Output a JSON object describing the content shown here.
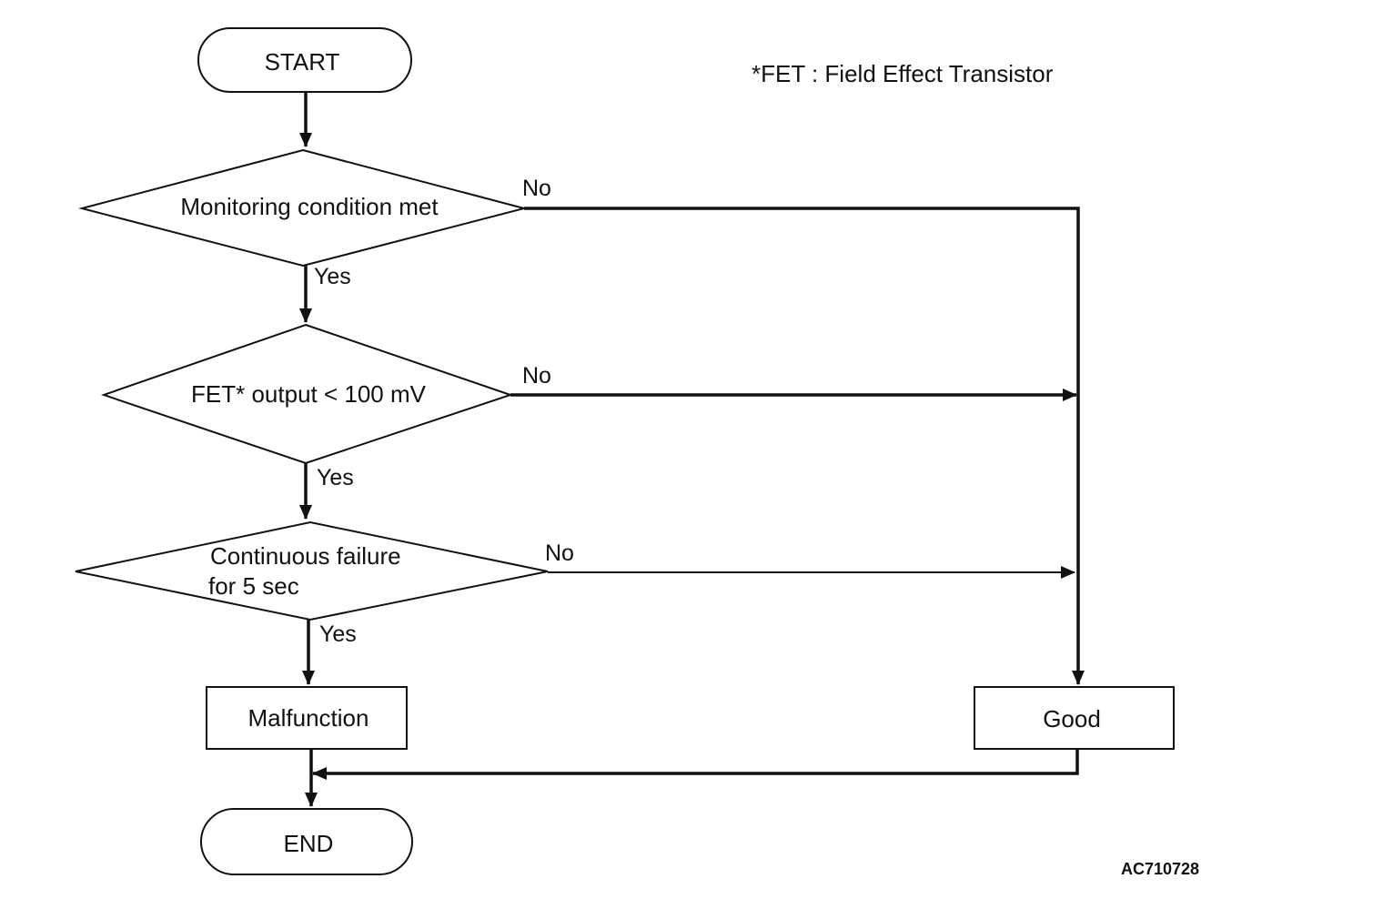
{
  "note": "*FET : Field Effect Transistor",
  "figure_code": "AC710728",
  "nodes": {
    "start": "START",
    "decision_1": "Monitoring condition met",
    "decision_2": "FET* output < 100 mV",
    "decision_3_line1": "Continuous failure",
    "decision_3_line2": "for 5 sec",
    "malfunction": "Malfunction",
    "good": "Good",
    "end": "END"
  },
  "branches": {
    "d1_no": "No",
    "d1_yes": "Yes",
    "d2_no": "No",
    "d2_yes": "Yes",
    "d3_no": "No",
    "d3_yes": "Yes"
  }
}
